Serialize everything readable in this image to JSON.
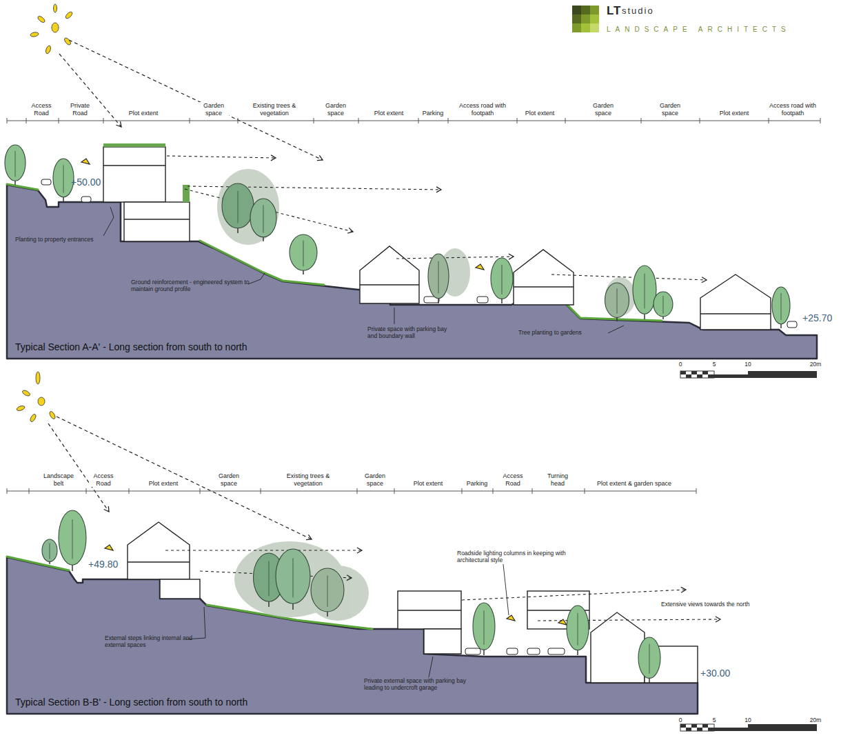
{
  "diagram": {
    "labels": [
      "LT",
      "studio",
      "LANDSCAPE ARCHITECTS",
      "Access Road",
      "Private Road",
      "Plot extent",
      "Garden space",
      "Existing trees & vegetation",
      "Garden space",
      "Plot extent",
      "Parking",
      "Access road with footpath",
      "Plot extent",
      "Garden space",
      "Garden space",
      "Plot extent",
      "Access road with footpath",
      "+50.00",
      "Planting to property entrances",
      "Ground reinforcement - engineered system to maintain ground profile",
      "Private space with parking bay and boundary wall",
      "Tree planting to gardens",
      "+25.70",
      "Typical Section A-A' - Long section from south to north",
      "0",
      "5",
      "10",
      "20m",
      "Landscape belt",
      "Access Road",
      "Plot extent",
      "Garden space",
      "Existing trees & vegetation",
      "Garden space",
      "Plot extent",
      "Parking",
      "Access Road",
      "Turning head",
      "Plot extent & garden space",
      "+49.80",
      "External steps linking internal and external spaces",
      "Roadside lighting columns in keeping with architectural style",
      "Extensive views towards the north",
      "Private external space with parking bay leading to undercroft garage",
      "+30.00",
      "Typical Section B-B' - Long section from south to north",
      "0",
      "5",
      "10",
      "20m"
    ]
  }
}
